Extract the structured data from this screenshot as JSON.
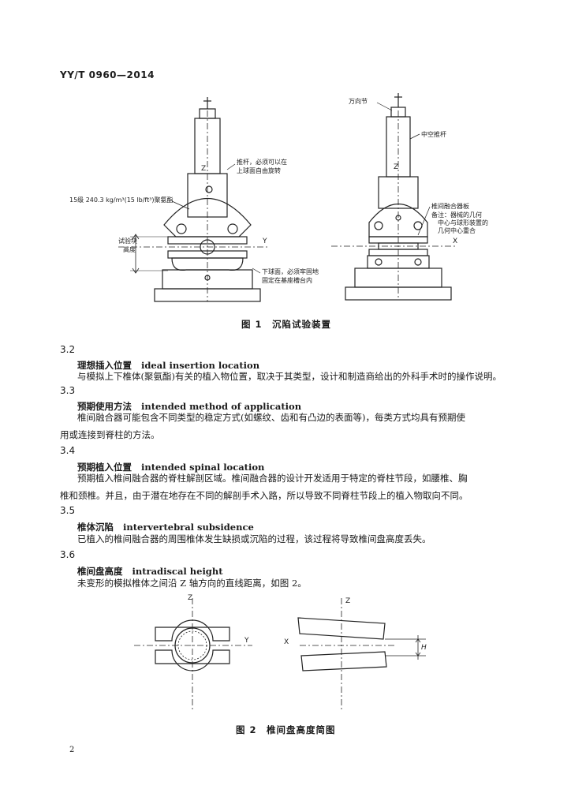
{
  "header": {
    "standard_code": "YY/T 0960—2014"
  },
  "figure1": {
    "left_labels": {
      "push_rod": [
        "推杆，必须可以在",
        "上球面自由旋转"
      ],
      "foam": "15级 240.3 kg/m³(15 lb/ft³)聚氨酯",
      "specimen_height": [
        "试验块",
        "高度"
      ],
      "axis_z": "Z",
      "axis_y": "Y",
      "lower_sphere": [
        "下球面，必须牢固地",
        "固定在基座槽台内"
      ]
    },
    "right_labels": {
      "universal_joint": "万向节",
      "hollow_rod": "中空推杆",
      "cage": "椎间融合器板",
      "note": [
        "备注：器械的几何",
        "中心与球形装置的",
        "几何中心重合"
      ],
      "axis_z": "Z",
      "axis_x": "X"
    },
    "caption": "图 1　沉陷试验装置"
  },
  "sections": [
    {
      "num": "3.2",
      "term_zh": "理想插入位置",
      "term_en": "ideal insertion location",
      "lines": [
        "与模拟上下椎体(聚氨酯)有关的植入物位置，取决于其类型，设计和制造商给出的外科手术时的操作说明。"
      ]
    },
    {
      "num": "3.3",
      "term_zh": "预期使用方法",
      "term_en": "intended method of application",
      "lines": [
        "椎间融合器可能包含不同类型的稳定方式(如螺纹、齿和有凸边的表面等)，每类方式均具有预期使",
        "用或连接到脊柱的方法。"
      ]
    },
    {
      "num": "3.4",
      "term_zh": "预期植入位置",
      "term_en": "intended spinal location",
      "lines": [
        "预期植入椎间融合器的脊柱解剖区域。椎间融合器的设计开发适用于特定的脊柱节段，如腰椎、胸",
        "椎和颈椎。并且，由于潜在地存在不同的解剖手术入路，所以导致不同脊柱节段上的植入物取向不同。"
      ]
    },
    {
      "num": "3.5",
      "term_zh": "椎体沉陷",
      "term_en": "intervertebral subsidence",
      "lines": [
        "已植入的椎间融合器的周围椎体发生缺损或沉陷的过程，该过程将导致椎间盘高度丢失。"
      ]
    },
    {
      "num": "3.6",
      "term_zh": "椎间盘高度",
      "term_en": "intradiscal height",
      "lines": [
        "未变形的模拟椎体之间沿 Z 轴方向的直线距离，如图 2。"
      ]
    }
  ],
  "figure2": {
    "left": {
      "axis_z": "Z",
      "axis_y": "Y"
    },
    "right": {
      "axis_z": "Z",
      "axis_x": "X",
      "height": "H"
    },
    "caption": "图 2　椎间盘高度简图"
  },
  "footer": {
    "page_number": "2"
  }
}
